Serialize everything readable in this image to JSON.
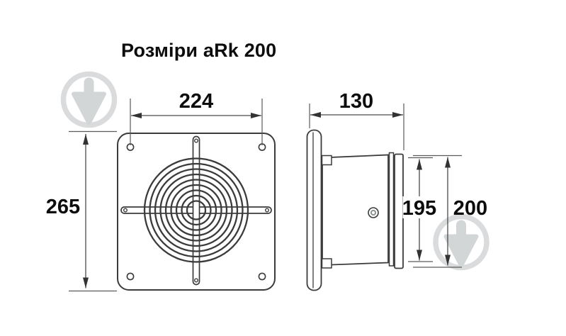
{
  "title": "Розміри aRk 200",
  "drawing": {
    "front_view": {
      "label": "front-view-fan-plate-with-grille"
    },
    "side_view": {
      "label": "side-view-duct-body"
    },
    "dimensions": {
      "mount_width": "224",
      "depth": "130",
      "height": "265",
      "inner_diameter": "195",
      "outer_diameter": "200"
    }
  },
  "icons": {
    "watermark": "down-arrow-badge-icon"
  },
  "colors": {
    "line": "#3b3b3b",
    "text": "#0d0d0d",
    "watermark_ring": "#d9dbdc",
    "watermark_glyph": "#d3d6d7",
    "background": "#ffffff"
  }
}
